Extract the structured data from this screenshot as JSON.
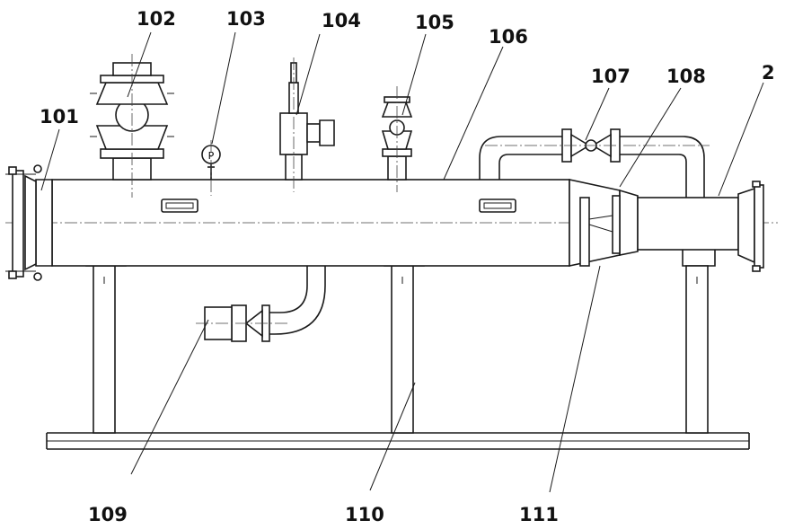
{
  "labels": {
    "l101": "101",
    "l102": "102",
    "l103": "103",
    "l104": "104",
    "l105": "105",
    "l106": "106",
    "l107": "107",
    "l108": "108",
    "l2": "2",
    "l109": "109",
    "l110": "110",
    "l111": "111"
  },
  "gauge": {
    "symbol": "P"
  },
  "colors": {
    "line": "#1a1a1a",
    "background": "#ffffff"
  }
}
